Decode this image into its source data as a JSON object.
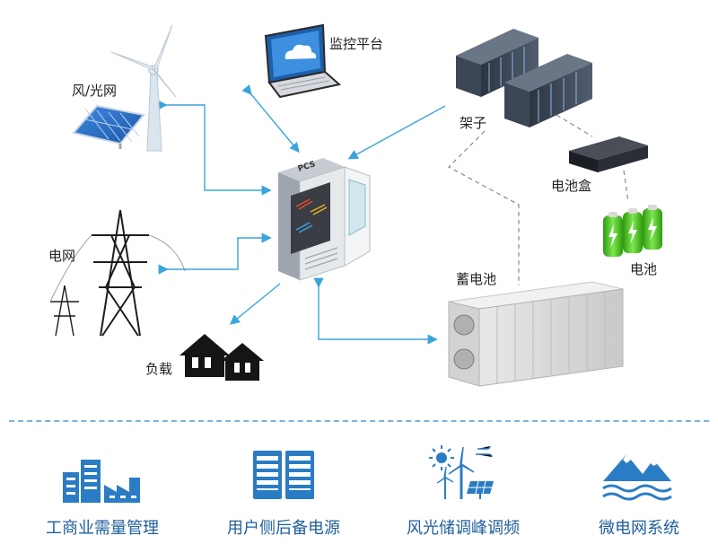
{
  "nodes": {
    "wind_solar": "风/光网",
    "monitor": "监控平台",
    "rack": "架子",
    "battery_box": "电池盒",
    "battery": "电池",
    "grid": "电网",
    "load": "负载",
    "storage": "蓄电池",
    "pcs_text": "PCS"
  },
  "applications": [
    {
      "label": "工商业需量管理",
      "icon": "factory-icon"
    },
    {
      "label": "用户侧后备电源",
      "icon": "server-cabinet-icon"
    },
    {
      "label": "风光储调峰调频",
      "icon": "wind-solar-icon"
    },
    {
      "label": "微电网系统",
      "icon": "microgrid-mountain-icon"
    }
  ],
  "colors": {
    "arrow": "#3aa4dc",
    "accent_blue": "#2a7cc4",
    "caption_blue": "#1f5f9c",
    "battery_green": "#3dbb1e",
    "dashed_line": "#8a8a8a"
  }
}
